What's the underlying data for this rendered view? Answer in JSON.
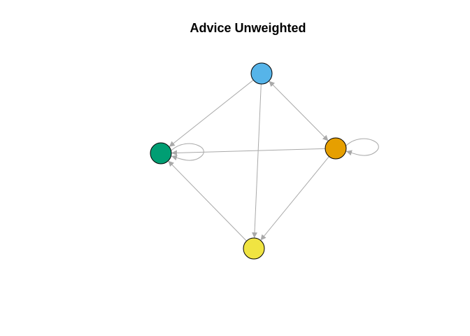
{
  "title": "Advice Unweighted",
  "colors": {
    "edge": "#a9a9a9",
    "node_border": "#000000",
    "background": "#ffffff"
  },
  "nodes": [
    {
      "id": "blue",
      "color": "#56b4e9"
    },
    {
      "id": "green",
      "color": "#009e73"
    },
    {
      "id": "orange",
      "color": "#e69f00"
    },
    {
      "id": "yellow",
      "color": "#f0e442"
    }
  ],
  "edges": [
    {
      "from": "blue",
      "to": "green"
    },
    {
      "from": "blue",
      "to": "yellow"
    },
    {
      "from": "blue",
      "to": "orange",
      "bidirectional": true
    },
    {
      "from": "orange",
      "to": "green"
    },
    {
      "from": "orange",
      "to": "yellow"
    },
    {
      "from": "yellow",
      "to": "green"
    },
    {
      "from": "green",
      "to": "green",
      "loop": true
    },
    {
      "from": "orange",
      "to": "orange",
      "loop": true
    }
  ]
}
